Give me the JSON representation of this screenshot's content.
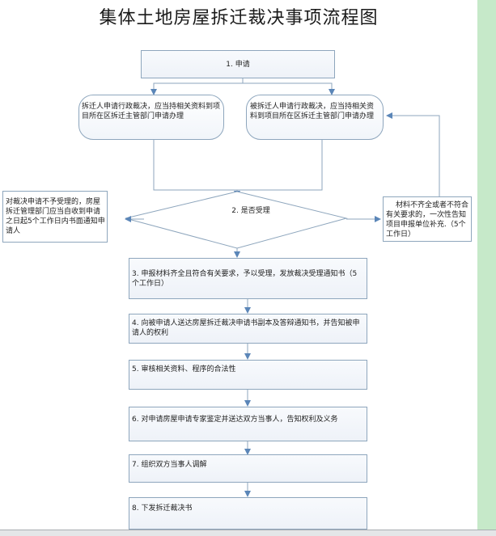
{
  "title": "集体土地房屋拆迁裁决事项流程图",
  "colors": {
    "line": "#8ea6bd",
    "arrow": "#5b86b8",
    "side_strip": "#c6e9c9"
  },
  "nodes": {
    "step1": "1. 申请",
    "applicant_branch": "拆迁人申请行政裁决，应当持相关资料到项目所在区拆迁主管部门申请办理",
    "respondent_branch": "被拆迁人申请行政裁决，应当持相关资料到项目所在区拆迁主管部门申请办理",
    "step2_decision": "2. 是否受理",
    "reject_notice": "对裁决申请不予受理的，房屋拆迁管理部门应当自收到申请之日起5个工作日内书面通知申请人",
    "incomplete_notice": "材料不齐全或者不符合有关要求的，一次性告知项目申报单位补充.（5个工作日）",
    "step3": "3. 申报材料齐全且符合有关要求，予以受理，发放裁决受理通知书（5个工作日）",
    "step4": "4. 向被申请人送达房屋拆迁裁决申请书副本及答辩通知书，并告知被申请人的权利",
    "step5": "5. 审核相关资料、程序的合法性",
    "step6": "6. 对申请房屋申请专家鉴定并送达双方当事人，告知权利及义务",
    "step7": "7. 组织双方当事人调解",
    "step8": "8. 下发拆迁裁决书"
  }
}
